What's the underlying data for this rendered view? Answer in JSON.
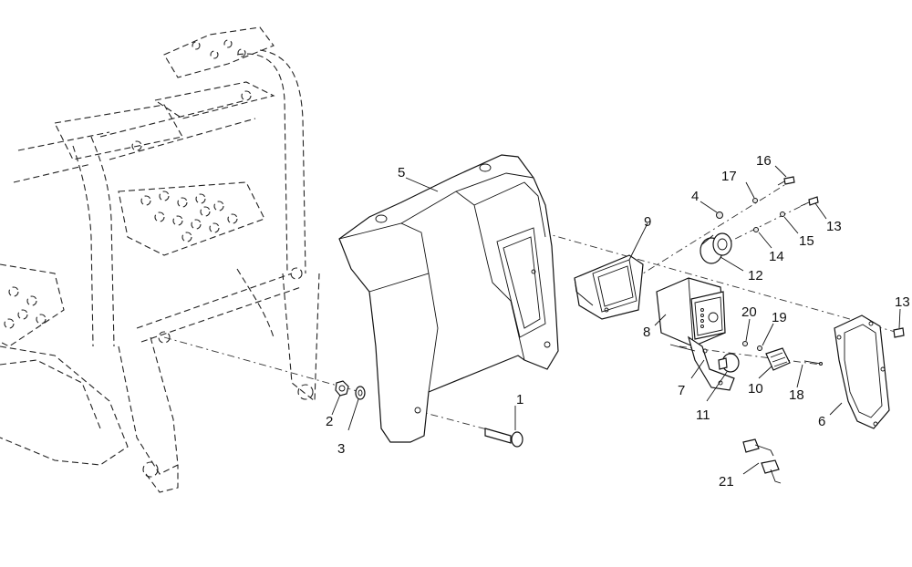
{
  "diagram": {
    "type": "exploded-parts-view",
    "callouts": [
      {
        "id": "c1",
        "label": "1"
      },
      {
        "id": "c2",
        "label": "2"
      },
      {
        "id": "c3",
        "label": "3"
      },
      {
        "id": "c4",
        "label": "4"
      },
      {
        "id": "c5",
        "label": "5"
      },
      {
        "id": "c6",
        "label": "6"
      },
      {
        "id": "c7",
        "label": "7"
      },
      {
        "id": "c8",
        "label": "8"
      },
      {
        "id": "c9",
        "label": "9"
      },
      {
        "id": "c10",
        "label": "10"
      },
      {
        "id": "c11",
        "label": "11"
      },
      {
        "id": "c12",
        "label": "12"
      },
      {
        "id": "c13a",
        "label": "13"
      },
      {
        "id": "c13b",
        "label": "13"
      },
      {
        "id": "c14",
        "label": "14"
      },
      {
        "id": "c15",
        "label": "15"
      },
      {
        "id": "c16",
        "label": "16"
      },
      {
        "id": "c17",
        "label": "17"
      },
      {
        "id": "c18",
        "label": "18"
      },
      {
        "id": "c19",
        "label": "19"
      },
      {
        "id": "c20",
        "label": "20"
      },
      {
        "id": "c21",
        "label": "21"
      }
    ]
  }
}
